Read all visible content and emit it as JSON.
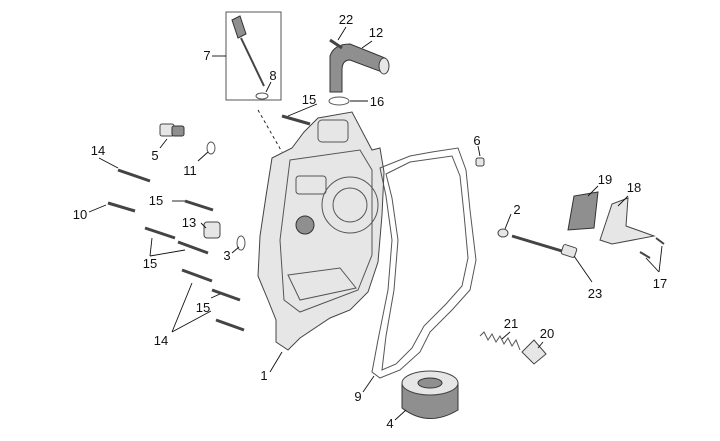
{
  "callouts": [
    {
      "id": "c1",
      "label": "1"
    },
    {
      "id": "c2",
      "label": "2"
    },
    {
      "id": "c3",
      "label": "3"
    },
    {
      "id": "c4",
      "label": "4"
    },
    {
      "id": "c5",
      "label": "5"
    },
    {
      "id": "c6",
      "label": "6"
    },
    {
      "id": "c7",
      "label": "7"
    },
    {
      "id": "c8",
      "label": "8"
    },
    {
      "id": "c9",
      "label": "9"
    },
    {
      "id": "c10",
      "label": "10"
    },
    {
      "id": "c11",
      "label": "11"
    },
    {
      "id": "c12",
      "label": "12"
    },
    {
      "id": "c13",
      "label": "13"
    },
    {
      "id": "c14a",
      "label": "14"
    },
    {
      "id": "c14b",
      "label": "14"
    },
    {
      "id": "c15a",
      "label": "15"
    },
    {
      "id": "c15b",
      "label": "15"
    },
    {
      "id": "c15c",
      "label": "15"
    },
    {
      "id": "c15d",
      "label": "15"
    },
    {
      "id": "c16",
      "label": "16"
    },
    {
      "id": "c17",
      "label": "17"
    },
    {
      "id": "c18",
      "label": "18"
    },
    {
      "id": "c19",
      "label": "19"
    },
    {
      "id": "c20",
      "label": "20"
    },
    {
      "id": "c21",
      "label": "21"
    },
    {
      "id": "c22",
      "label": "22"
    },
    {
      "id": "c23",
      "label": "23"
    }
  ]
}
